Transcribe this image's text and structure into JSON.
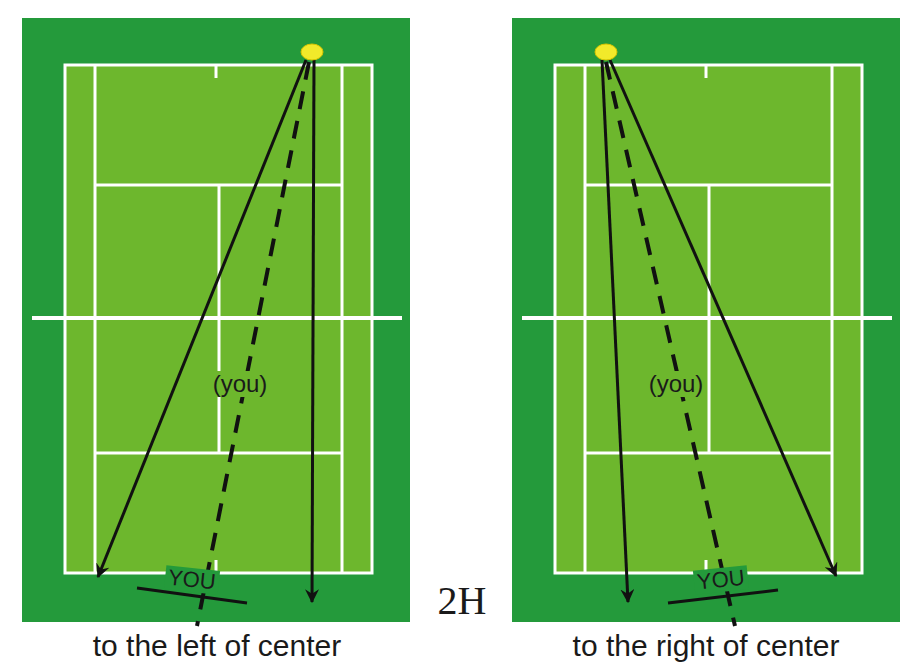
{
  "diagram": {
    "labels": [
      "(you)",
      "YOU",
      "to the left of center",
      "2H",
      "(you)",
      "YOU",
      "to the right of center"
    ]
  }
}
